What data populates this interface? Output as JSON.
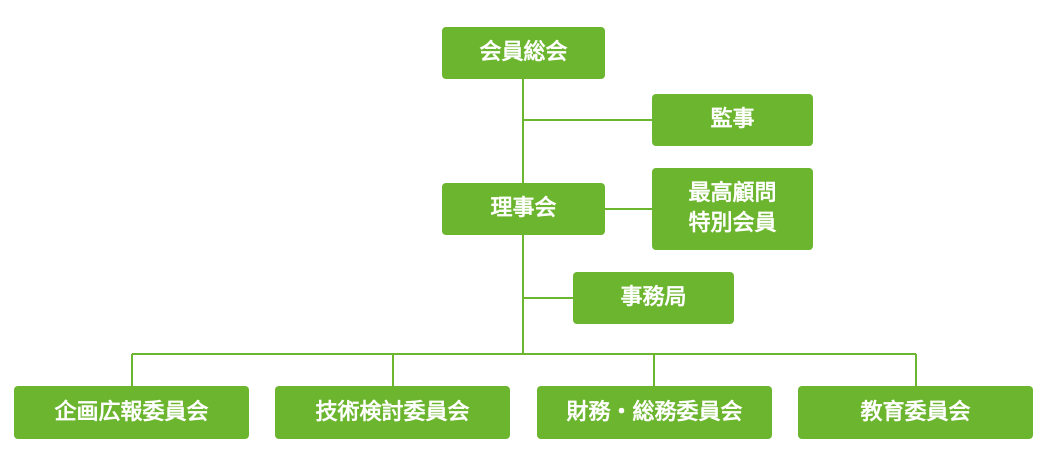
{
  "org_chart": {
    "general_assembly": "会員総会",
    "auditor": "監事",
    "board": "理事会",
    "advisors_line1": "最高顧問",
    "advisors_line2": "特別会員",
    "secretariat": "事務局",
    "committees": [
      "企画広報委員会",
      "技術検討委員会",
      "財務・総務委員会",
      "教育委員会"
    ]
  },
  "colors": {
    "box_fill": "#6cb52f",
    "box_text": "#ffffff",
    "connector": "#6cb52f"
  }
}
